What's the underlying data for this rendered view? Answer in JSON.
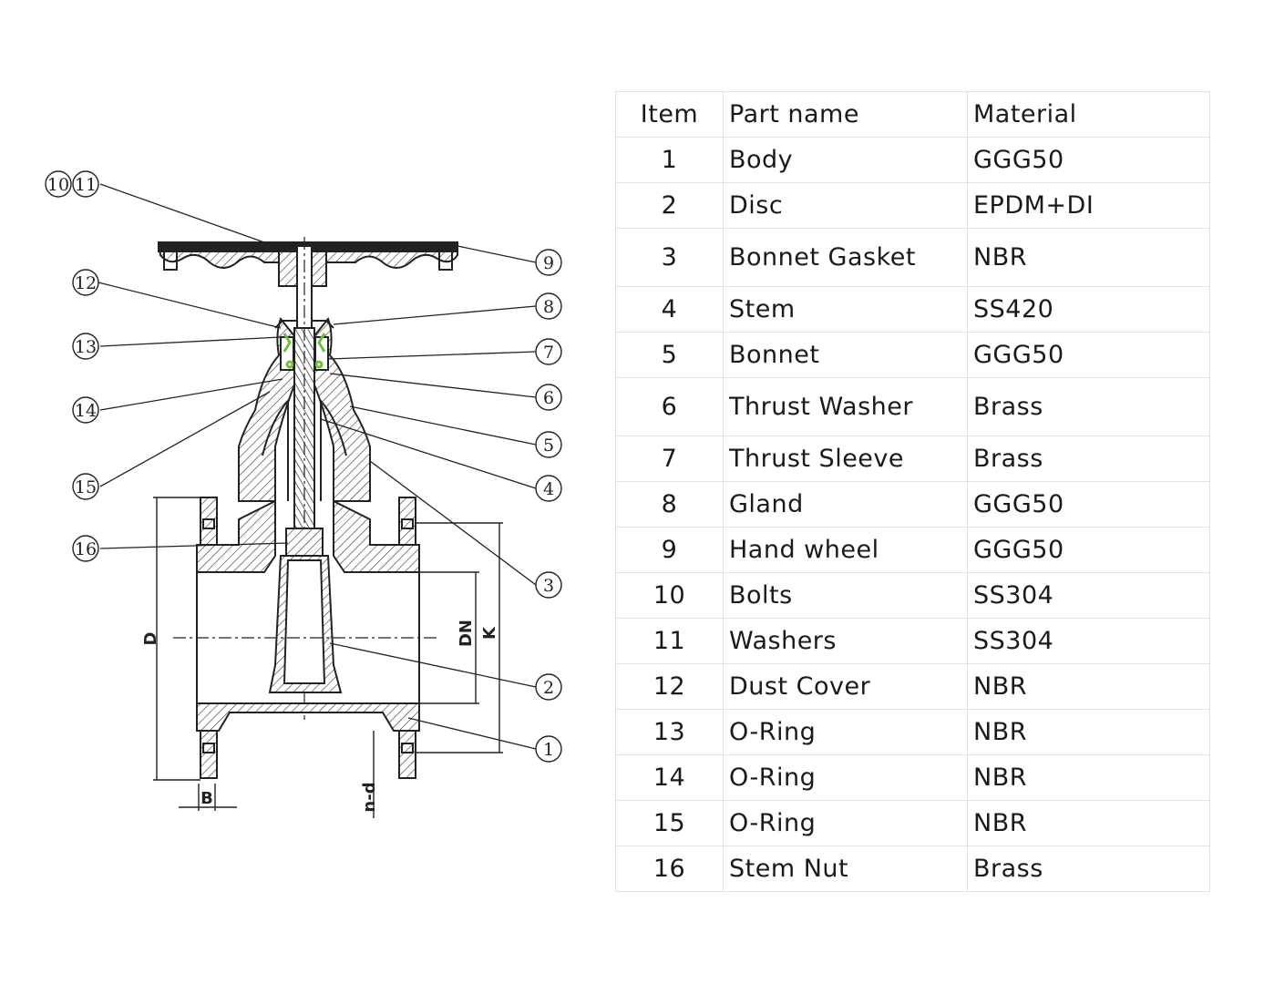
{
  "diagram": {
    "callouts": [
      "1",
      "2",
      "3",
      "4",
      "5",
      "6",
      "7",
      "8",
      "9",
      "10",
      "11",
      "12",
      "13",
      "14",
      "15",
      "16"
    ],
    "dimension_labels": {
      "d": "D",
      "dn": "DN",
      "k": "K",
      "b": "B",
      "nd": "n-d"
    },
    "colors": {
      "line": "#222222",
      "seal_green": "#6fbf3f"
    }
  },
  "table": {
    "headers": {
      "item": "Item",
      "part_name": "Part name",
      "material": "Material"
    },
    "rows": [
      {
        "item": "1",
        "part_name": "Body",
        "material": "GGG50"
      },
      {
        "item": "2",
        "part_name": "Disc",
        "material": "EPDM+DI"
      },
      {
        "item": "3",
        "part_name": "Bonnet Gasket",
        "material": "NBR"
      },
      {
        "item": "4",
        "part_name": "Stem",
        "material": "SS420"
      },
      {
        "item": "5",
        "part_name": "Bonnet",
        "material": "GGG50"
      },
      {
        "item": "6",
        "part_name": "Thrust Washer",
        "material": "Brass"
      },
      {
        "item": "7",
        "part_name": "Thrust Sleeve",
        "material": "Brass"
      },
      {
        "item": "8",
        "part_name": "Gland",
        "material": "GGG50"
      },
      {
        "item": "9",
        "part_name": "Hand wheel",
        "material": "GGG50"
      },
      {
        "item": "10",
        "part_name": "Bolts",
        "material": "SS304"
      },
      {
        "item": "11",
        "part_name": "Washers",
        "material": "SS304"
      },
      {
        "item": "12",
        "part_name": "Dust Cover",
        "material": "NBR"
      },
      {
        "item": "13",
        "part_name": "O-Ring",
        "material": "NBR"
      },
      {
        "item": "14",
        "part_name": "O-Ring",
        "material": "NBR"
      },
      {
        "item": "15",
        "part_name": "O-Ring",
        "material": "NBR"
      },
      {
        "item": "16",
        "part_name": "Stem Nut",
        "material": "Brass"
      }
    ]
  }
}
